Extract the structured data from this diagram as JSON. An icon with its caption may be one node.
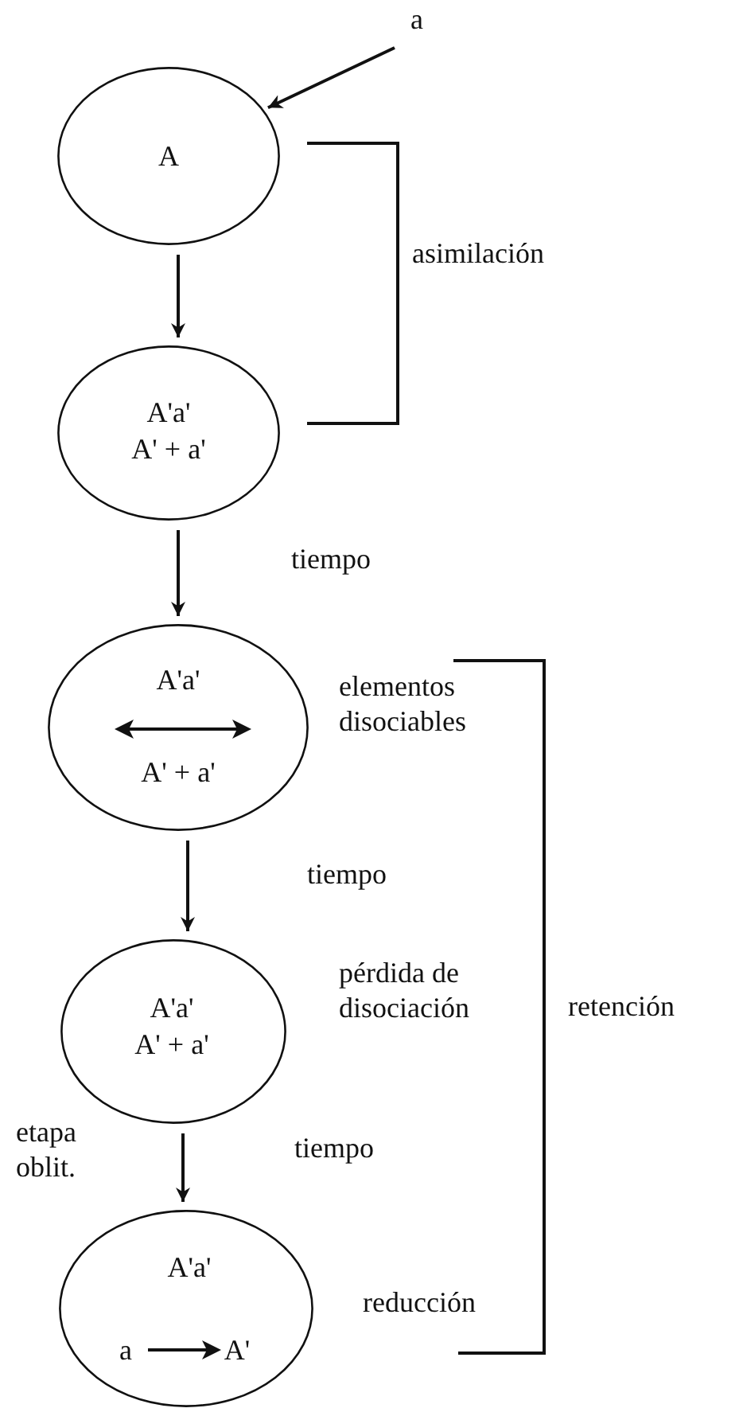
{
  "diagram": {
    "nodes": [
      {
        "text": [
          "a"
        ]
      },
      {
        "text": [
          "A"
        ]
      },
      {
        "text": [
          "A'a'",
          "A' + a'"
        ]
      },
      {
        "text": [
          "A'a'",
          "A' + a'"
        ]
      },
      {
        "text": [
          "A'a'",
          "A' + a'"
        ]
      },
      {
        "text": [
          "A'a'",
          "a",
          "A'"
        ]
      }
    ],
    "edges": [
      {
        "from": 0,
        "to": 1,
        "arrow": "to"
      },
      {
        "from": 1,
        "to": 2,
        "arrow": "to"
      },
      {
        "from": 2,
        "to": 3,
        "arrow": "to",
        "label": "tiempo"
      },
      {
        "from": 3,
        "to": 4,
        "arrow": "to",
        "label": "tiempo"
      },
      {
        "from": 4,
        "to": 5,
        "arrow": "to",
        "label": "tiempo"
      }
    ],
    "labels": [
      "asimilación",
      "elementos disociables",
      "pérdida de disociación",
      "retención",
      "etapa oblit.",
      "reducción"
    ]
  }
}
